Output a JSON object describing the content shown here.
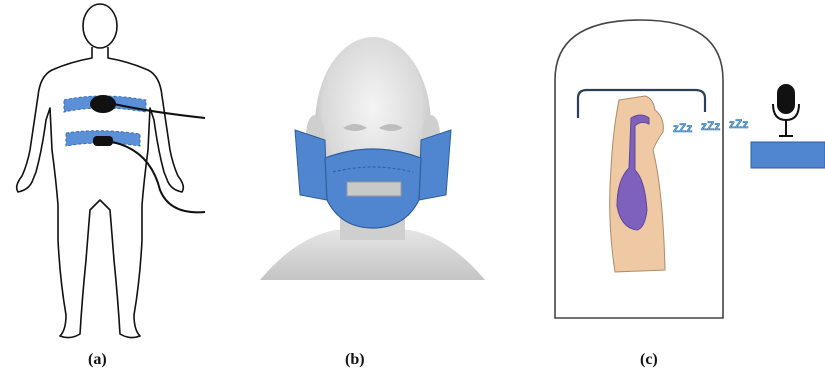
{
  "figure": {
    "panels": [
      {
        "id": "a",
        "caption": "(a)",
        "depicts": "body-outline-with-chest-and-abdomen-belts"
      },
      {
        "id": "b",
        "caption": "(b)",
        "depicts": "head-with-mask-sensor"
      },
      {
        "id": "c",
        "caption": "(c)",
        "depicts": "sleep-chamber-with-microphone"
      }
    ],
    "snore_symbol": "zZz",
    "colors": {
      "belt_blue": "#5b8fd6",
      "sensor_black": "#111111",
      "mask_blue": "#4f86cf",
      "mask_band": "#c9c9c9",
      "skin_tone": "#efc9a3",
      "airway_purple": "#6a4fc2",
      "stand_blue": "#4f86cf"
    },
    "icons": [
      "microphone-icon"
    ]
  }
}
